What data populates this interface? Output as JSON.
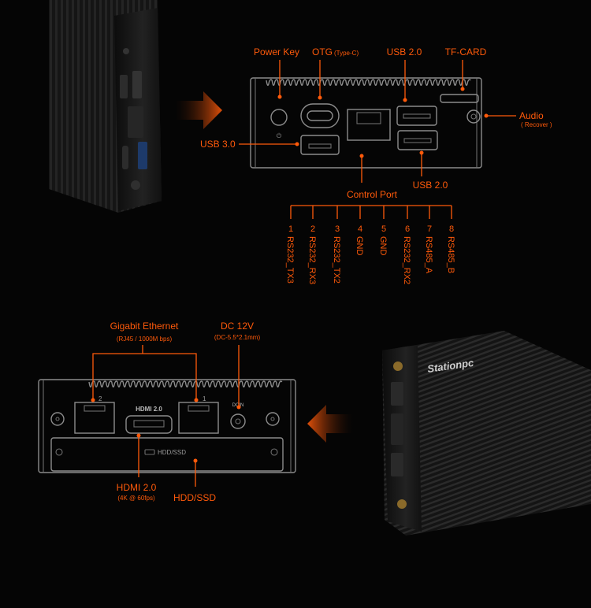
{
  "colors": {
    "accent": "#ff5a0a",
    "background": "#050505",
    "outline": "#8c8c8c"
  },
  "rear_panel": {
    "power_key": "Power Key",
    "otg": "OTG",
    "otg_sub": "(Type-C)",
    "usb20_top": "USB 2.0",
    "tf_card": "TF-CARD",
    "audio": "Audio",
    "audio_sub": "( Recover )",
    "usb30": "USB 3.0",
    "control_port": "Control Port",
    "usb20_bottom": "USB 2.0",
    "pins": [
      {
        "num": "1",
        "label": "RS232_TX3"
      },
      {
        "num": "2",
        "label": "RS232_RX3"
      },
      {
        "num": "3",
        "label": "RS232_TX2"
      },
      {
        "num": "4",
        "label": "GND"
      },
      {
        "num": "5",
        "label": "GND"
      },
      {
        "num": "6",
        "label": "RS232_RX2"
      },
      {
        "num": "7",
        "label": "RS485_A"
      },
      {
        "num": "8",
        "label": "RS485_B"
      }
    ]
  },
  "front_panel": {
    "ethernet": "Gigabit Ethernet",
    "ethernet_sub": "(RJ45 / 1000M bps)",
    "dc": "DC 12V",
    "dc_sub": "(DC-5.5*2.1mm)",
    "lan2": "2",
    "lan1": "1",
    "hdmi_port_label": "HDMI 2.0",
    "dc_in_label": "DCIN",
    "bay_label": "HDD/SSD",
    "hdmi": "HDMI 2.0",
    "hdmi_sub": "(4K @ 60fps)",
    "hdd": "HDD/SSD"
  },
  "device_logo": "Stationpc"
}
